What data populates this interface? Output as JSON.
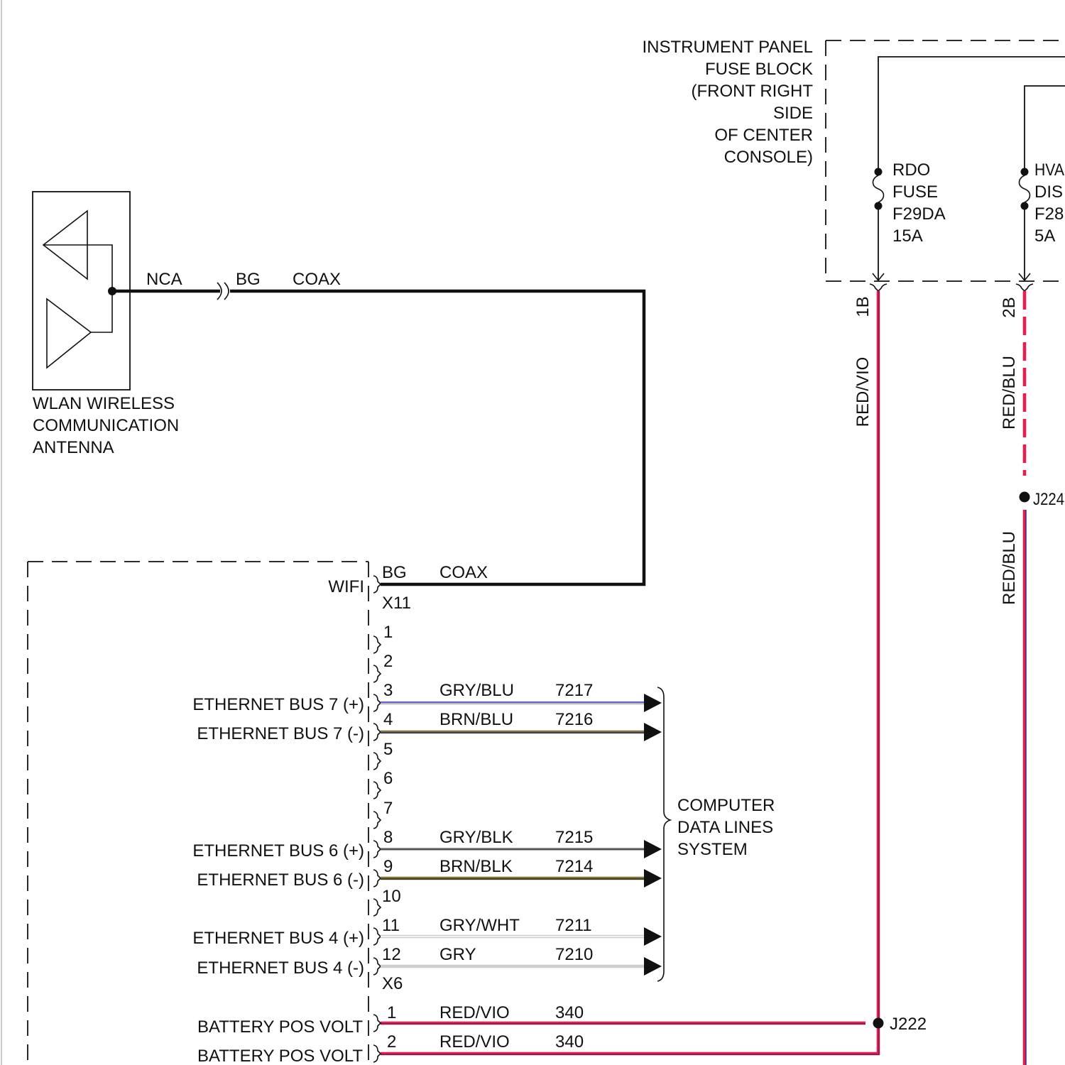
{
  "fuse_block": {
    "title_lines": [
      "INSTRUMENT PANEL",
      "FUSE BLOCK",
      "(FRONT RIGHT",
      "SIDE",
      "OF CENTER",
      "CONSOLE)"
    ],
    "fuses": [
      {
        "lines": [
          "RDO",
          "FUSE",
          "F29DA",
          "15A"
        ],
        "cavity": "1B",
        "wire": "RED/VIO"
      },
      {
        "lines": [
          "HVA",
          "DIS",
          "F28",
          "5A"
        ],
        "cavity": "2B",
        "wire": "RED/BLU",
        "wire_lower": "RED/BLU"
      }
    ]
  },
  "splices": [
    {
      "id": "J222"
    },
    {
      "id": "J224"
    }
  ],
  "antenna": {
    "name_lines": [
      "WLAN WIRELESS",
      "COMMUNICATION",
      "ANTENNA"
    ],
    "pigtail_label": "NCA",
    "connector_color": "BG",
    "cable": "COAX"
  },
  "module": {
    "wifi": {
      "circuit": "WIFI",
      "connector_color": "BG",
      "cable": "COAX",
      "connector": "X11"
    },
    "x6": {
      "connector": "X6",
      "pins": [
        {
          "pin": "1"
        },
        {
          "pin": "2"
        },
        {
          "pin": "3",
          "circuit": "ETHERNET BUS 7 (+)",
          "wire": "GRY/BLU",
          "number": "7217"
        },
        {
          "pin": "4",
          "circuit": "ETHERNET BUS 7 (-)",
          "wire": "BRN/BLU",
          "number": "7216"
        },
        {
          "pin": "5"
        },
        {
          "pin": "6"
        },
        {
          "pin": "7"
        },
        {
          "pin": "8",
          "circuit": "ETHERNET BUS 6 (+)",
          "wire": "GRY/BLK",
          "number": "7215"
        },
        {
          "pin": "9",
          "circuit": "ETHERNET BUS 6 (-)",
          "wire": "BRN/BLK",
          "number": "7214"
        },
        {
          "pin": "10"
        },
        {
          "pin": "11",
          "circuit": "ETHERNET BUS 4 (+)",
          "wire": "GRY/WHT",
          "number": "7211"
        },
        {
          "pin": "12",
          "circuit": "ETHERNET BUS 4 (-)",
          "wire": "GRY",
          "number": "7210"
        }
      ]
    },
    "power_pins": [
      {
        "pin": "1",
        "circuit": "BATTERY POS VOLT",
        "wire": "RED/VIO",
        "number": "340"
      },
      {
        "pin": "2",
        "circuit": "BATTERY POS VOLT",
        "wire": "RED/VIO",
        "number": "340"
      }
    ]
  },
  "destination": {
    "lines": [
      "COMPUTER",
      "DATA LINES",
      "SYSTEM"
    ]
  },
  "wire_colors": {
    "GRY": "#b9b9b9",
    "LT_GRY": "#cdcdcd",
    "BLU": "#4b4bd4",
    "DK_BLU": "#2a2a7c",
    "BRN": "#857532",
    "BLK": "#2a2a2a",
    "WHT": "#ffffff",
    "RED": "#ee1c4c",
    "VIO": "#6c1d55"
  }
}
